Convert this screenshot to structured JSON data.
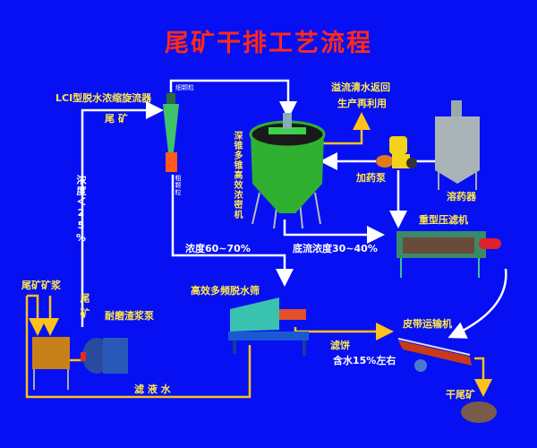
{
  "title": "尾矿干排工艺流程",
  "labels": {
    "cyclone": "LCI型脱水浓缩旋流器",
    "tailings_top": "尾 矿",
    "fine_particles": "细颗粒",
    "coarse_particles": "粗颗粒",
    "concentration_lt25": "浓度＜25%",
    "concentration_60_70": "浓度60~70%",
    "thickener": "深锥多锥高效浓密机",
    "overflow_line1": "溢流清水返回",
    "overflow_line2": "生产再利用",
    "dosing_pump": "加药泵",
    "dissolver": "溶药器",
    "filter_press": "重型压滤机",
    "underflow": "底流浓度30~40%",
    "slurry": "尾矿矿浆",
    "tailings_side": "尾矿",
    "slurry_pump": "耐磨渣浆泵",
    "screen": "高效多频脱水筛",
    "filter_cake": "滤饼",
    "moisture": "含水15%左右",
    "conveyor": "皮带运输机",
    "dry_tailings": "干尾矿",
    "filtrate": "滤 液 水"
  },
  "colors": {
    "background": "#0610f2",
    "title": "#ff2a1a",
    "label": "#ffe84a",
    "flow_white": "#ffffff",
    "flow_yellow": "#ffc21a"
  }
}
